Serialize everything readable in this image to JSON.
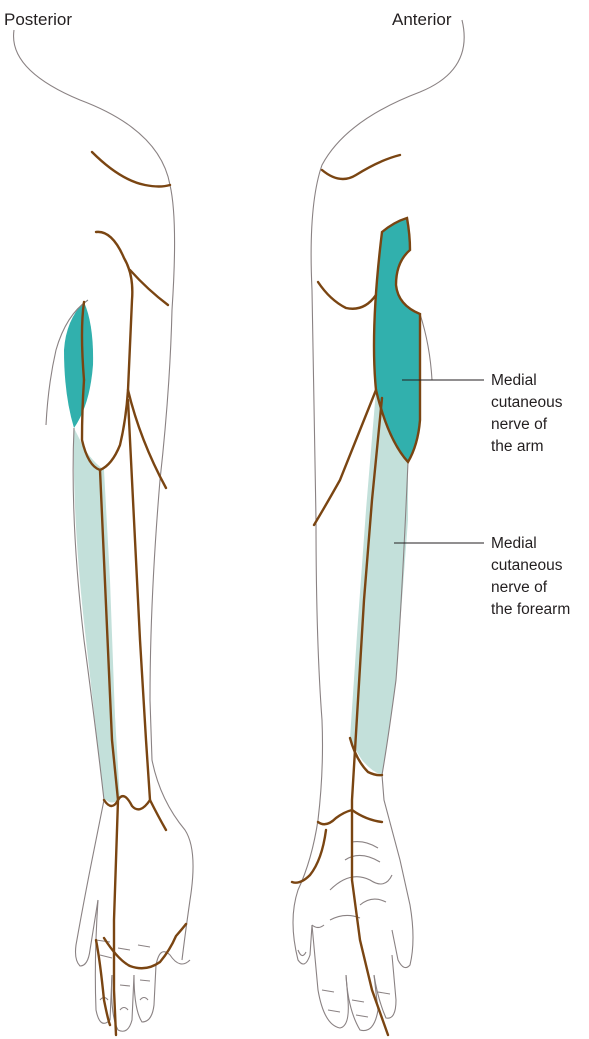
{
  "titles": {
    "posterior": "Posterior",
    "anterior": "Anterior"
  },
  "callouts": {
    "arm": [
      "Medial",
      "cutaneous",
      "nerve of",
      "the arm"
    ],
    "forearm": [
      "Medial",
      "cutaneous",
      "nerve of",
      "the forearm"
    ]
  },
  "colors": {
    "outline": "#8a8283",
    "nerve": "#7a4512",
    "arm_zone": "#31b0ad",
    "forearm_zone": "#c3e0da",
    "leader": "#231f20"
  }
}
